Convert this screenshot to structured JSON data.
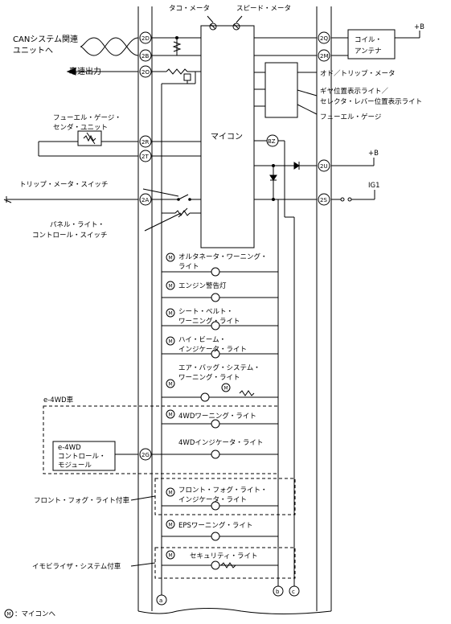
{
  "meters": {
    "tacho": "タコ・メータ",
    "speed": "スピード・メータ"
  },
  "can": {
    "label_line1": "CANシステム関連",
    "label_line2": "ユニットへ"
  },
  "vehicle_speed": "車速出力",
  "coil": {
    "line1": "コイル・",
    "line2": "アンテナ"
  },
  "power": {
    "b_top": "+B",
    "b_mid": "+B",
    "ig1": "IG1"
  },
  "odo": "オド／トリップ・メータ",
  "gear_line1": "ギヤ位置表示ライト／",
  "gear_line2": "セレクタ・レバー位置表示ライト",
  "fuel_gauge": "フューエル・ゲージ",
  "fuel_sender": {
    "line1": "フューエル・ゲージ・",
    "line2": "センダ・ユニット"
  },
  "microcomputer": "マイコン",
  "bz": "BZ",
  "trip_switch": "トリップ・メータ・スイッチ",
  "panel_switch": {
    "line1": "パネル・ライト・",
    "line2": "コントロール・スイッチ"
  },
  "terminals": {
    "t2d": "2D",
    "t2b": "2B",
    "t2o": "2O",
    "t2r": "2R",
    "t2t": "2T",
    "t2a": "2A",
    "t2g": "2G",
    "t2q": "2Q",
    "t2m": "2M",
    "t2u": "2U",
    "t2s": "2S"
  },
  "m_mark": "M",
  "lights": {
    "alternator_1": "オルタネータ・ワーニング・",
    "alternator_2": "ライト",
    "engine": "エンジン警告灯",
    "seatbelt_1": "シート・ベルト・",
    "seatbelt_2": "ワーニング・ライト",
    "highbeam_1": "ハイ・ビーム・",
    "highbeam_2": "インジケータ・ライト",
    "airbag_1": "エア・バッグ・システム・",
    "airbag_2": "ワーニング・ライト",
    "warning_4wd": "4WDワーニング・ライト",
    "indicator_4wd": "4WDインジケータ・ライト",
    "fog_1": "フロント・フォグ・ライト・",
    "fog_2": "インジケータ・ライト",
    "eps": "EPSワーニング・ライト",
    "security": "セキュリティ・ライト"
  },
  "e4wd": {
    "group": "e-4WD車",
    "module_1": "e-4WD",
    "module_2": "コントロール・",
    "module_3": "モジュール"
  },
  "fog_group": "フロント・フォグ・ライト付車",
  "immobilizer_group": "イモビライザ・システム付車",
  "bottom_terminals": {
    "a": "a",
    "b": "b",
    "c": "c"
  },
  "legend": {
    "symbol": "M",
    "text": "：マイコンへ"
  }
}
